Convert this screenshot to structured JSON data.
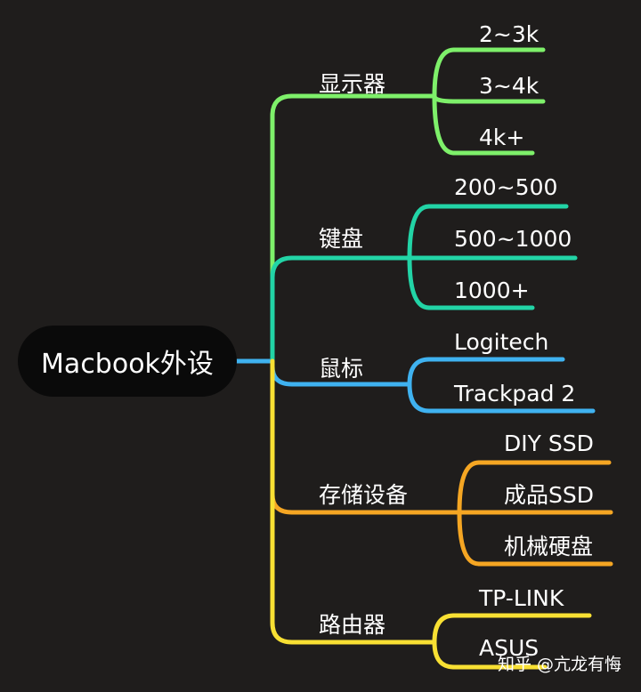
{
  "root": {
    "label": "Macbook外设"
  },
  "branches": [
    {
      "label": "显示器",
      "color": "#7ef06a",
      "children": [
        "2~3k",
        "3~4k",
        "4k+"
      ]
    },
    {
      "label": "键盘",
      "color": "#22d4a6",
      "children": [
        "200~500",
        "500~1000",
        "1000+"
      ]
    },
    {
      "label": "鼠标",
      "color": "#3fb2f0",
      "children": [
        "Logitech",
        "Trackpad 2"
      ]
    },
    {
      "label": "存储设备",
      "color": "#f5a623",
      "children": [
        "DIY SSD",
        "成品SSD",
        "机械硬盘"
      ]
    },
    {
      "label": "路由器",
      "color": "#f8e033",
      "children": [
        "TP-LINK",
        "ASUS"
      ]
    }
  ],
  "watermark": "知乎 @亢龙有悔"
}
